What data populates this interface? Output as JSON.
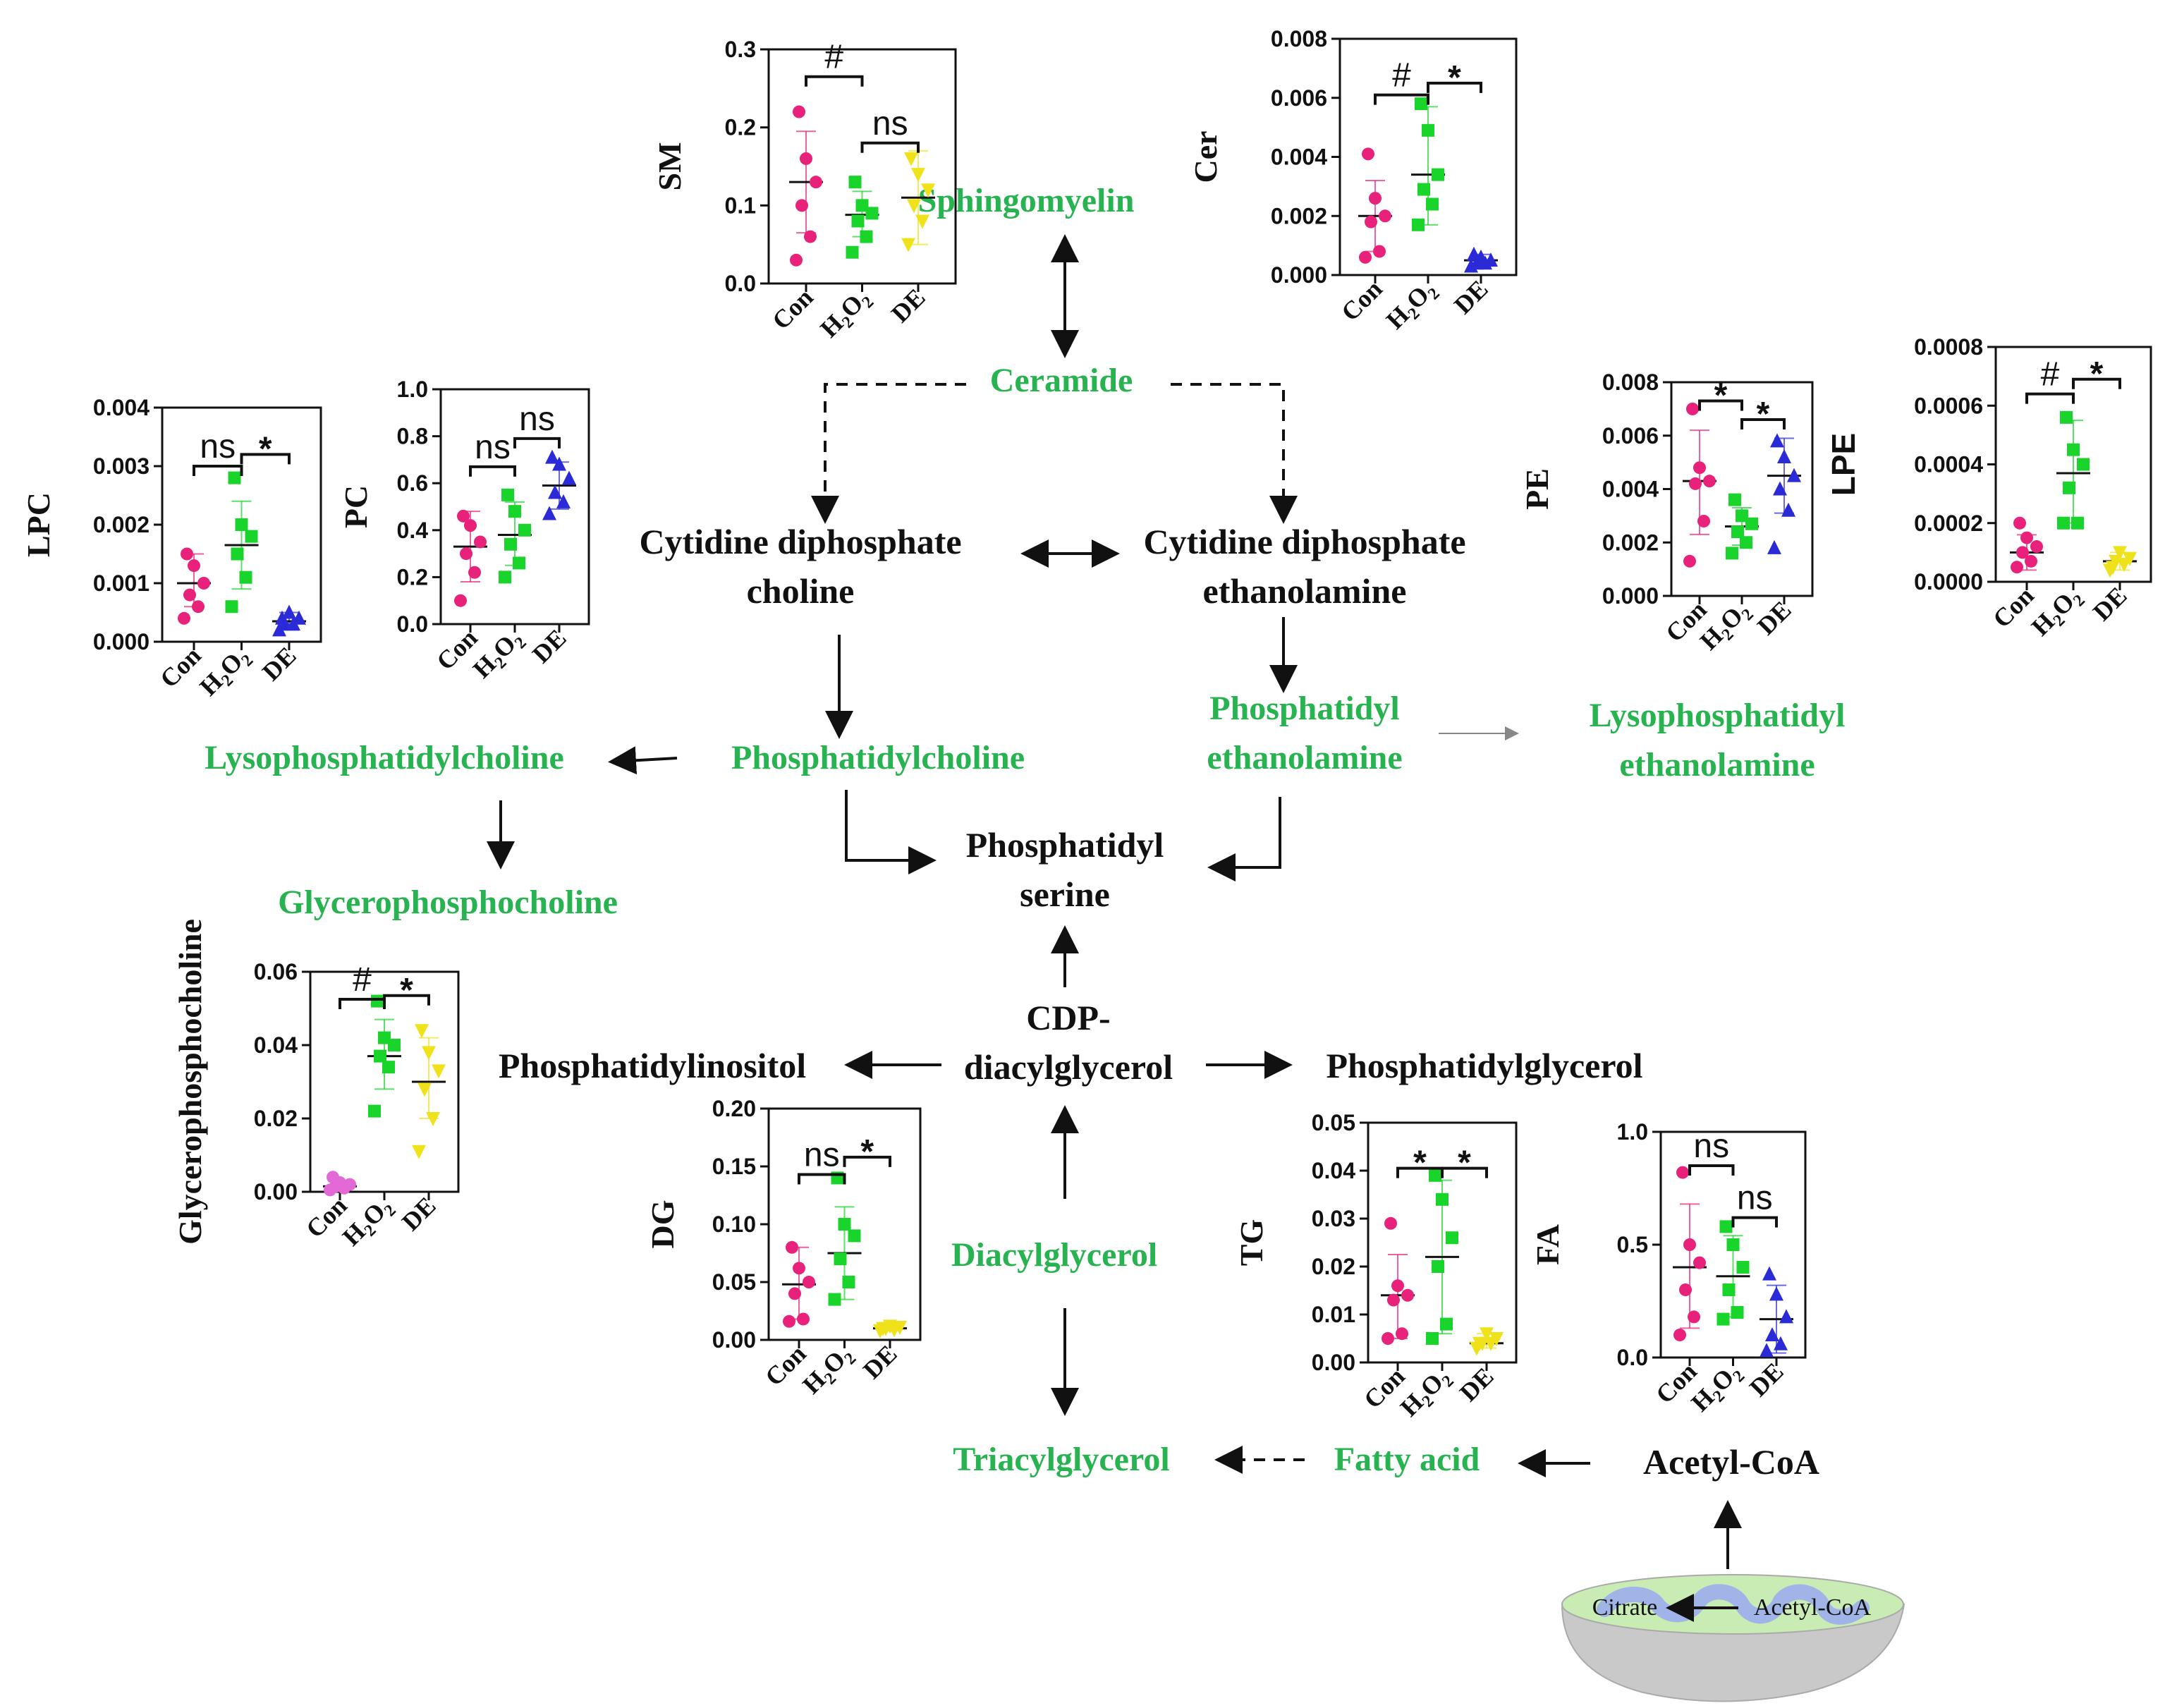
{
  "nodes": {
    "sphingomyelin": "Sphingomyelin",
    "ceramide": "Ceramide",
    "cdp_choline_l1": "Cytidine diphosphate",
    "cdp_choline_l2": "choline",
    "cdp_ethanolamine_l1": "Cytidine diphosphate",
    "cdp_ethanolamine_l2": "ethanolamine",
    "lysophosphatidylcholine": "Lysophosphatidylcholine",
    "phosphatidylcholine": "Phosphatidylcholine",
    "phosphatidylethanolamine_l1": "Phosphatidyl",
    "phosphatidylethanolamine_l2": "ethanolamine",
    "lysophosphatidylethanolamine_l1": "Lysophosphatidyl",
    "lysophosphatidylethanolamine_l2": "ethanolamine",
    "glycerophosphocholine": "Glycerophosphocholine",
    "phosphatidylserine_l1": "Phosphatidyl",
    "phosphatidylserine_l2": "serine",
    "cdp_dag_l1": "CDP-",
    "cdp_dag_l2": "diacylglycerol",
    "phosphatidylinositol": "Phosphatidylinositol",
    "phosphatidylglycerol": "Phosphatidylglycerol",
    "diacylglycerol": "Diacylglycerol",
    "triacylglycerol": "Triacylglycerol",
    "fatty_acid": "Fatty acid",
    "acetyl_coa": "Acetyl-CoA"
  },
  "mitochondrion": {
    "citrate": "Citrate",
    "acetyl_coa": "Acetyl-CoA"
  },
  "colors": {
    "green": "#27b34f",
    "Con": "#e8217a",
    "H2O2": "#19d42a",
    "DE_yellow": "#f0e21a",
    "DE_blue": "#2a2ad6",
    "pink": "#e36ad6"
  },
  "chart_data": [
    {
      "id": "SM",
      "type": "scatter",
      "ylabel": "SM",
      "ylim": [
        0,
        0.3
      ],
      "yticks": [
        "0.0",
        "0.1",
        "0.2",
        "0.3"
      ],
      "categories": [
        "Con",
        "H2O2",
        "DE"
      ],
      "groups": [
        {
          "name": "Con",
          "color": "#e8217a",
          "marker": "circle",
          "points": [
            0.03,
            0.06,
            0.1,
            0.13,
            0.16,
            0.22
          ],
          "mean": 0.13,
          "sd": [
            0.065,
            0.195
          ]
        },
        {
          "name": "H2O2",
          "color": "#19d42a",
          "marker": "square",
          "points": [
            0.04,
            0.06,
            0.08,
            0.09,
            0.1,
            0.13
          ],
          "mean": 0.088,
          "sd": [
            0.06,
            0.118
          ]
        },
        {
          "name": "DE",
          "color": "#f0e21a",
          "marker": "triangle-down",
          "points": [
            0.05,
            0.08,
            0.1,
            0.12,
            0.14,
            0.16
          ],
          "mean": 0.11,
          "sd": [
            0.05,
            0.17
          ]
        }
      ],
      "significance": [
        {
          "label": "#",
          "from": 0,
          "to": 1,
          "y": 0.265
        },
        {
          "label": "ns",
          "from": 1,
          "to": 2,
          "y": 0.18
        }
      ]
    },
    {
      "id": "Cer",
      "type": "scatter",
      "ylabel": "Cer",
      "ylim": [
        0,
        0.008
      ],
      "yticks": [
        "0.000",
        "0.002",
        "0.004",
        "0.006",
        "0.008"
      ],
      "categories": [
        "Con",
        "H2O2",
        "DE"
      ],
      "groups": [
        {
          "name": "Con",
          "color": "#e8217a",
          "marker": "circle",
          "points": [
            0.0006,
            0.0008,
            0.0018,
            0.002,
            0.0026,
            0.0041
          ],
          "mean": 0.002,
          "sd": [
            0.0008,
            0.0032
          ]
        },
        {
          "name": "H2O2",
          "color": "#19d42a",
          "marker": "square",
          "points": [
            0.0017,
            0.0024,
            0.0029,
            0.0034,
            0.0049,
            0.0058
          ],
          "mean": 0.0034,
          "sd": [
            0.0017,
            0.0057
          ]
        },
        {
          "name": "DE",
          "color": "#2a2ad6",
          "marker": "triangle-up",
          "points": [
            0.0003,
            0.0004,
            0.0004,
            0.0005,
            0.0006,
            0.0007
          ],
          "mean": 0.0005,
          "sd": [
            0.0003,
            0.0007
          ]
        }
      ],
      "significance": [
        {
          "label": "#",
          "from": 0,
          "to": 1,
          "y": 0.0061
        },
        {
          "label": "*",
          "from": 1,
          "to": 2,
          "y": 0.0065
        }
      ]
    },
    {
      "id": "LPC",
      "type": "scatter",
      "ylabel": "LPC",
      "ylim": [
        0,
        0.004
      ],
      "yticks": [
        "0.000",
        "0.001",
        "0.002",
        "0.003",
        "0.004"
      ],
      "categories": [
        "Con",
        "H2O2",
        "DE"
      ],
      "groups": [
        {
          "name": "Con",
          "color": "#e8217a",
          "marker": "circle",
          "points": [
            0.0004,
            0.0006,
            0.0008,
            0.001,
            0.0013,
            0.0015
          ],
          "mean": 0.001,
          "sd": [
            0.0006,
            0.0015
          ]
        },
        {
          "name": "H2O2",
          "color": "#19d42a",
          "marker": "square",
          "points": [
            0.0006,
            0.0011,
            0.0015,
            0.0018,
            0.002,
            0.0028
          ],
          "mean": 0.00165,
          "sd": [
            0.0009,
            0.0024
          ]
        },
        {
          "name": "DE",
          "color": "#2a2ad6",
          "marker": "triangle-up",
          "points": [
            0.0002,
            0.0003,
            0.0003,
            0.0004,
            0.0005,
            0.0004
          ],
          "mean": 0.00035,
          "sd": [
            0.0002,
            0.0005
          ]
        }
      ],
      "significance": [
        {
          "label": "ns",
          "from": 0,
          "to": 1,
          "y": 0.003
        },
        {
          "label": "*",
          "from": 1,
          "to": 2,
          "y": 0.0032
        }
      ]
    },
    {
      "id": "PC",
      "type": "scatter",
      "ylabel": "PC",
      "ylim": [
        0,
        1.0
      ],
      "yticks": [
        "0.0",
        "0.2",
        "0.4",
        "0.6",
        "0.8",
        "1.0"
      ],
      "categories": [
        "Con",
        "H2O2",
        "DE"
      ],
      "groups": [
        {
          "name": "Con",
          "color": "#e8217a",
          "marker": "circle",
          "points": [
            0.1,
            0.22,
            0.3,
            0.35,
            0.42,
            0.46
          ],
          "mean": 0.33,
          "sd": [
            0.18,
            0.48
          ]
        },
        {
          "name": "H2O2",
          "color": "#19d42a",
          "marker": "square",
          "points": [
            0.2,
            0.26,
            0.34,
            0.4,
            0.48,
            0.55
          ],
          "mean": 0.38,
          "sd": [
            0.25,
            0.52
          ]
        },
        {
          "name": "DE",
          "color": "#2a2ad6",
          "marker": "triangle-up",
          "points": [
            0.47,
            0.52,
            0.56,
            0.62,
            0.68,
            0.71
          ],
          "mean": 0.59,
          "sd": [
            0.49,
            0.69
          ]
        }
      ],
      "significance": [
        {
          "label": "ns",
          "from": 0,
          "to": 1,
          "y": 0.67
        },
        {
          "label": "ns",
          "from": 1,
          "to": 2,
          "y": 0.79
        }
      ]
    },
    {
      "id": "PE",
      "type": "scatter",
      "ylabel": "PE",
      "ylim": [
        0,
        0.008
      ],
      "yticks": [
        "0.000",
        "0.002",
        "0.004",
        "0.006",
        "0.008"
      ],
      "categories": [
        "Con",
        "H2O2",
        "DE"
      ],
      "groups": [
        {
          "name": "Con",
          "color": "#e8217a",
          "marker": "circle",
          "points": [
            0.0013,
            0.0028,
            0.0042,
            0.0043,
            0.0048,
            0.007
          ],
          "mean": 0.0043,
          "sd": [
            0.0023,
            0.0062
          ]
        },
        {
          "name": "H2O2",
          "color": "#19d42a",
          "marker": "square",
          "points": [
            0.0016,
            0.002,
            0.0024,
            0.0027,
            0.003,
            0.0036
          ],
          "mean": 0.0026,
          "sd": [
            0.0019,
            0.0033
          ]
        },
        {
          "name": "DE",
          "color": "#2a2ad6",
          "marker": "triangle-up",
          "points": [
            0.0018,
            0.0032,
            0.004,
            0.0045,
            0.0052,
            0.0058
          ],
          "mean": 0.0045,
          "sd": [
            0.0031,
            0.0059
          ]
        }
      ],
      "significance": [
        {
          "label": "*",
          "from": 0,
          "to": 1,
          "y": 0.0073
        },
        {
          "label": "*",
          "from": 1,
          "to": 2,
          "y": 0.0066
        }
      ]
    },
    {
      "id": "LPE",
      "type": "scatter",
      "ylabel": "LPE",
      "ylim": [
        0,
        0.0008
      ],
      "yticks": [
        "0.0000",
        "0.0002",
        "0.0004",
        "0.0006",
        "0.0008"
      ],
      "categories": [
        "Con",
        "H2O2",
        "DE"
      ],
      "groups": [
        {
          "name": "Con",
          "color": "#e8217a",
          "marker": "circle",
          "points": [
            5e-05,
            7e-05,
            0.0001,
            0.00012,
            0.00015,
            0.0002
          ],
          "mean": 0.0001,
          "sd": [
            4e-05,
            0.00016
          ]
        },
        {
          "name": "H2O2",
          "color": "#19d42a",
          "marker": "square",
          "points": [
            0.0002,
            0.0002,
            0.00032,
            0.0004,
            0.00045,
            0.00056
          ],
          "mean": 0.00037,
          "sd": [
            0.0002,
            0.00055
          ]
        },
        {
          "name": "DE",
          "color": "#f0e21a",
          "marker": "triangle-down",
          "points": [
            4e-05,
            6e-05,
            7e-05,
            8e-05,
            0.0001,
            5e-05
          ],
          "mean": 7e-05,
          "sd": [
            4e-05,
            0.0001
          ]
        }
      ],
      "significance": [
        {
          "label": "#",
          "from": 0,
          "to": 1,
          "y": 0.00064
        },
        {
          "label": "*",
          "from": 1,
          "to": 2,
          "y": 0.00069
        }
      ]
    },
    {
      "id": "GPC",
      "type": "scatter",
      "ylabel": "Glycerophosphocholine",
      "ylim": [
        0,
        0.06
      ],
      "yticks": [
        "0.00",
        "0.02",
        "0.04",
        "0.06"
      ],
      "categories": [
        "Con",
        "H2O2",
        "DE"
      ],
      "groups": [
        {
          "name": "Con",
          "color": "#e36ad6",
          "marker": "circle",
          "points": [
            0.0005,
            0.001,
            0.0015,
            0.002,
            0.0025,
            0.004
          ],
          "mean": 0.0015,
          "sd": [
            0.0005,
            0.0025
          ]
        },
        {
          "name": "H2O2",
          "color": "#19d42a",
          "marker": "square",
          "points": [
            0.022,
            0.034,
            0.037,
            0.04,
            0.042,
            0.052
          ],
          "mean": 0.037,
          "sd": [
            0.028,
            0.047
          ]
        },
        {
          "name": "DE",
          "color": "#f0e21a",
          "marker": "triangle-down",
          "points": [
            0.011,
            0.02,
            0.028,
            0.033,
            0.038,
            0.044
          ],
          "mean": 0.03,
          "sd": [
            0.02,
            0.042
          ]
        }
      ],
      "significance": [
        {
          "label": "#",
          "from": 0,
          "to": 1,
          "y": 0.0525
        },
        {
          "label": "*",
          "from": 1,
          "to": 2,
          "y": 0.0535
        }
      ]
    },
    {
      "id": "DG",
      "type": "scatter",
      "ylabel": "DG",
      "ylim": [
        0,
        0.2
      ],
      "yticks": [
        "0.00",
        "0.05",
        "0.10",
        "0.15",
        "0.20"
      ],
      "categories": [
        "Con",
        "H2O2",
        "DE"
      ],
      "groups": [
        {
          "name": "Con",
          "color": "#e8217a",
          "marker": "circle",
          "points": [
            0.016,
            0.018,
            0.04,
            0.05,
            0.062,
            0.08
          ],
          "mean": 0.048,
          "sd": [
            0.018,
            0.08
          ]
        },
        {
          "name": "H2O2",
          "color": "#19d42a",
          "marker": "square",
          "points": [
            0.035,
            0.05,
            0.07,
            0.09,
            0.1,
            0.14
          ],
          "mean": 0.075,
          "sd": [
            0.035,
            0.115
          ]
        },
        {
          "name": "DE",
          "color": "#f0e21a",
          "marker": "triangle-down",
          "points": [
            0.008,
            0.009,
            0.01,
            0.011,
            0.012,
            0.01
          ],
          "mean": 0.01,
          "sd": [
            0.008,
            0.012
          ]
        }
      ],
      "significance": [
        {
          "label": "ns",
          "from": 0,
          "to": 1,
          "y": 0.143
        },
        {
          "label": "*",
          "from": 1,
          "to": 2,
          "y": 0.158
        }
      ]
    },
    {
      "id": "TG",
      "type": "scatter",
      "ylabel": "TG",
      "ylim": [
        0,
        0.05
      ],
      "yticks": [
        "0.00",
        "0.01",
        "0.02",
        "0.03",
        "0.04",
        "0.05"
      ],
      "categories": [
        "Con",
        "H2O2",
        "DE"
      ],
      "groups": [
        {
          "name": "Con",
          "color": "#e8217a",
          "marker": "circle",
          "points": [
            0.005,
            0.006,
            0.013,
            0.014,
            0.016,
            0.029
          ],
          "mean": 0.014,
          "sd": [
            0.005,
            0.0225
          ]
        },
        {
          "name": "H2O2",
          "color": "#19d42a",
          "marker": "square",
          "points": [
            0.005,
            0.008,
            0.02,
            0.026,
            0.034,
            0.039
          ],
          "mean": 0.022,
          "sd": [
            0.006,
            0.038
          ]
        },
        {
          "name": "DE",
          "color": "#f0e21a",
          "marker": "triangle-down",
          "points": [
            0.003,
            0.004,
            0.004,
            0.005,
            0.006,
            0.004
          ],
          "mean": 0.004,
          "sd": [
            0.003,
            0.006
          ]
        }
      ],
      "significance": [
        {
          "label": "*",
          "from": 0,
          "to": 1,
          "y": 0.0405
        },
        {
          "label": "*",
          "from": 1,
          "to": 2,
          "y": 0.0405
        }
      ]
    },
    {
      "id": "FA",
      "type": "scatter",
      "ylabel": "FA",
      "ylim": [
        0,
        1.0
      ],
      "yticks": [
        "0.0",
        "0.5",
        "1.0"
      ],
      "categories": [
        "Con",
        "H2O2",
        "DE"
      ],
      "groups": [
        {
          "name": "Con",
          "color": "#e8217a",
          "marker": "circle",
          "points": [
            0.1,
            0.18,
            0.3,
            0.42,
            0.5,
            0.82
          ],
          "mean": 0.4,
          "sd": [
            0.13,
            0.68
          ]
        },
        {
          "name": "H2O2",
          "color": "#19d42a",
          "marker": "square",
          "points": [
            0.17,
            0.2,
            0.3,
            0.4,
            0.5,
            0.58
          ],
          "mean": 0.36,
          "sd": [
            0.18,
            0.54
          ]
        },
        {
          "name": "DE",
          "color": "#2a2ad6",
          "marker": "triangle-up",
          "points": [
            0.03,
            0.06,
            0.1,
            0.18,
            0.28,
            0.37
          ],
          "mean": 0.17,
          "sd": [
            0.02,
            0.32
          ]
        }
      ],
      "significance": [
        {
          "label": "ns",
          "from": 0,
          "to": 1,
          "y": 0.85
        },
        {
          "label": "ns",
          "from": 1,
          "to": 2,
          "y": 0.62
        }
      ]
    }
  ]
}
